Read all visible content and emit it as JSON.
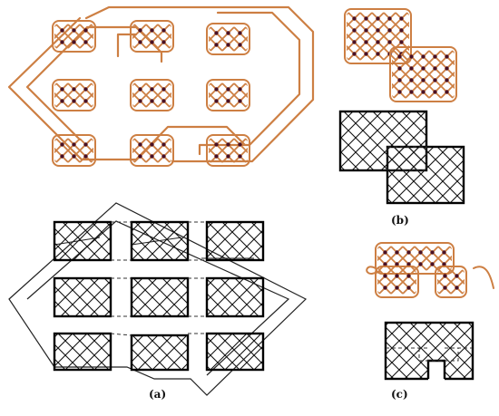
{
  "figure": {
    "captions": {
      "a": "(a)",
      "b": "(b)",
      "c": "(c)"
    }
  },
  "colors": {
    "thread": "#cd7f43",
    "dot": "#4a1022",
    "grid_outline": "#000000",
    "background": "#ffffff"
  }
}
